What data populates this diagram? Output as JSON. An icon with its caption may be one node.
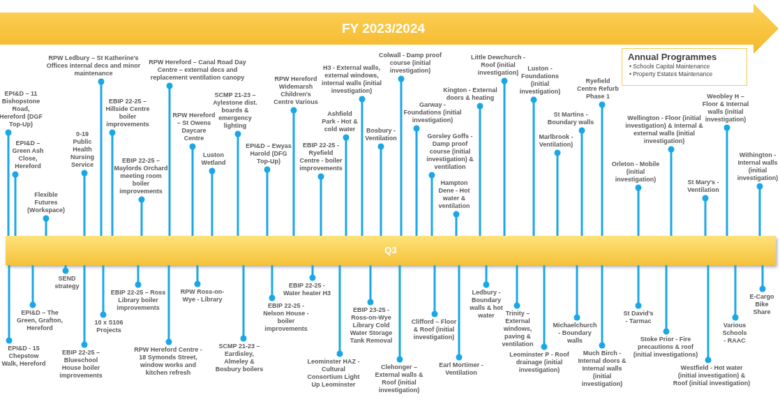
{
  "diagram": {
    "title": "FY 2023/2024",
    "nodes": [
      {
        "text": [
          "Q3"
        ]
      },
      {
        "text": [
          "Annual Programmes",
          "• Schools Capital Maintenance",
          "• Property Estates Maintenance"
        ]
      },
      {
        "text": [
          "EPI&D – 11 Bishopstone Road, Hereford (DGF Top-Up)"
        ]
      },
      {
        "text": [
          "EPI&D – Green Ash Close, Hereford"
        ]
      },
      {
        "text": [
          "Flexible Futures (Workspace)"
        ]
      },
      {
        "text": [
          "0-19 Public Health Nursing Service"
        ]
      },
      {
        "text": [
          "RPW Ledbury – St Katherine's Offices internal decs and minor maintenance"
        ]
      },
      {
        "text": [
          "EBIP 22-25 – Hillside Centre boiler improvements"
        ]
      },
      {
        "text": [
          "EBIP 22-25 – Maylords Orchard meeting room boiler improvements"
        ]
      },
      {
        "text": [
          "RPW Hereford – Canal Road Day Centre – external decs and replacement ventilation canopy"
        ]
      },
      {
        "text": [
          "RPW Hereford – St Owens Daycare Centre"
        ]
      },
      {
        "text": [
          "Luston Wetland"
        ]
      },
      {
        "text": [
          "SCMP 21-23 – Aylestone dist. boards & emergency lighting"
        ]
      },
      {
        "text": [
          "EPI&D – Ewyas Harold (DFG Top-Up)"
        ]
      },
      {
        "text": [
          "RPW Hereford Widemarsh Children's Centre Various"
        ]
      },
      {
        "text": [
          "EBIP 22-25 - Ryefield Centre - boiler improvements"
        ]
      },
      {
        "text": [
          "H3 - External walls, external windows, internal walls (initial investigation)"
        ]
      },
      {
        "text": [
          "Ashfield Park - Hot & cold water"
        ]
      },
      {
        "text": [
          "Bosbury - Ventilation"
        ]
      },
      {
        "text": [
          "Colwall - Damp proof course (initial investigation)"
        ]
      },
      {
        "text": [
          "Garway - Foundations (initial investigation)"
        ]
      },
      {
        "text": [
          "Gorsley Goffs - Damp proof course (initial investigation) & ventilation"
        ]
      },
      {
        "text": [
          "Hampton Dene - Hot water & ventilation"
        ]
      },
      {
        "text": [
          "Kington - External doors & heating"
        ]
      },
      {
        "text": [
          "Little Dewchurch - Roof (initial investigation)"
        ]
      },
      {
        "text": [
          "Luston - Foundations (initial investigation)"
        ]
      },
      {
        "text": [
          "Marlbrook - Ventilation)"
        ]
      },
      {
        "text": [
          "St Martins - Boundary walls"
        ]
      },
      {
        "text": [
          "Ryefield Centre Refurb Phase 1"
        ]
      },
      {
        "text": [
          "Orleton - Mobile (initial investigation)"
        ]
      },
      {
        "text": [
          "Wellington - Floor (initial investigation) & Internal & external walls (initial investigation)"
        ]
      },
      {
        "text": [
          "Weobley H – Floor & Internal walls (initial investigation)"
        ]
      },
      {
        "text": [
          "St Mary's - Ventilation"
        ]
      },
      {
        "text": [
          "Withington - Internal walls (initial investigation)"
        ]
      },
      {
        "text": [
          "EPI&D - 15 Chepstow Walk, Hereford"
        ]
      },
      {
        "text": [
          "EPI&D – The Green, Grafton, Hereford"
        ]
      },
      {
        "text": [
          "SEND strategy"
        ]
      },
      {
        "text": [
          "EBIP 22-25 – Blueschool House boiler improvements"
        ]
      },
      {
        "text": [
          "10 x S106 Projects"
        ]
      },
      {
        "text": [
          "EBIP 22-25 – Ross Library boiler improvements"
        ]
      },
      {
        "text": [
          "RPW Hereford Centre - 18 Symonds Street, window works and kitchen refresh"
        ]
      },
      {
        "text": [
          "RPW Ross-on-Wye - Library"
        ]
      },
      {
        "text": [
          "SCMP 21-23 – Eardisley, Almeley & Bosbury boilers"
        ]
      },
      {
        "text": [
          "EBIP 22-25 - Nelson House - boiler improvements"
        ]
      },
      {
        "text": [
          "EBIP 22-25 - Water heater H3"
        ]
      },
      {
        "text": [
          "Leominster HAZ - Cultural Consortium Light Up Leominster"
        ]
      },
      {
        "text": [
          "EBIP 23-25 - Ross-on-Wye Library Cold Water Storage Tank Removal"
        ]
      },
      {
        "text": [
          "Clehonger – External walls & Roof (initial investigation)"
        ]
      },
      {
        "text": [
          "Clifford – Floor & Roof (initial investigation)"
        ]
      },
      {
        "text": [
          "Earl Mortimer - Ventilation"
        ]
      },
      {
        "text": [
          "Ledbury - Boundary walls & hot water"
        ]
      },
      {
        "text": [
          "Trinity – External windows, paving & ventilation"
        ]
      },
      {
        "text": [
          "Leominster P - Roof drainage (initial investigation)"
        ]
      },
      {
        "text": [
          "Michaelchurch - Boundary walls"
        ]
      },
      {
        "text": [
          "Much Birch - Internal doors & Internal walls (initial investigation)"
        ]
      },
      {
        "text": [
          "St David's - Tarmac"
        ]
      },
      {
        "text": [
          "Stoke Prior - Fire precautions & roof (initial investigations)"
        ]
      },
      {
        "text": [
          "Westfield - Hot water (initial investigation) & Roof (initial investigation)"
        ]
      },
      {
        "text": [
          "Various Schools - RAAC"
        ]
      },
      {
        "text": [
          "E-Cargo Bike Share"
        ]
      }
    ],
    "edges": [
      {
        "from": 2,
        "to": 0,
        "arrow": "other"
      },
      {
        "from": 3,
        "to": 0,
        "arrow": "other"
      },
      {
        "from": 4,
        "to": 0,
        "arrow": "other"
      },
      {
        "from": 5,
        "to": 0,
        "arrow": "other"
      },
      {
        "from": 6,
        "to": 0,
        "arrow": "other"
      },
      {
        "from": 7,
        "to": 0,
        "arrow": "other"
      },
      {
        "from": 8,
        "to": 0,
        "arrow": "other"
      },
      {
        "from": 9,
        "to": 0,
        "arrow": "other"
      },
      {
        "from": 10,
        "to": 0,
        "arrow": "other"
      },
      {
        "from": 11,
        "to": 0,
        "arrow": "other"
      },
      {
        "from": 12,
        "to": 0,
        "arrow": "other"
      },
      {
        "from": 13,
        "to": 0,
        "arrow": "other"
      },
      {
        "from": 14,
        "to": 0,
        "arrow": "other"
      },
      {
        "from": 15,
        "to": 0,
        "arrow": "other"
      },
      {
        "from": 16,
        "to": 0,
        "arrow": "other"
      },
      {
        "from": 17,
        "to": 0,
        "arrow": "other"
      },
      {
        "from": 18,
        "to": 0,
        "arrow": "other"
      },
      {
        "from": 19,
        "to": 0,
        "arrow": "other"
      },
      {
        "from": 20,
        "to": 0,
        "arrow": "other"
      },
      {
        "from": 21,
        "to": 0,
        "arrow": "other"
      },
      {
        "from": 22,
        "to": 0,
        "arrow": "other"
      },
      {
        "from": 23,
        "to": 0,
        "arrow": "other"
      },
      {
        "from": 24,
        "to": 0,
        "arrow": "other"
      },
      {
        "from": 25,
        "to": 0,
        "arrow": "other"
      },
      {
        "from": 26,
        "to": 0,
        "arrow": "other"
      },
      {
        "from": 27,
        "to": 0,
        "arrow": "other"
      },
      {
        "from": 28,
        "to": 0,
        "arrow": "other"
      },
      {
        "from": 29,
        "to": 0,
        "arrow": "other"
      },
      {
        "from": 30,
        "to": 0,
        "arrow": "other"
      },
      {
        "from": 31,
        "to": 0,
        "arrow": "other"
      },
      {
        "from": 32,
        "to": 0,
        "arrow": "other"
      },
      {
        "from": 33,
        "to": 0,
        "arrow": "other"
      },
      {
        "from": 34,
        "to": 0,
        "arrow": "other"
      },
      {
        "from": 35,
        "to": 0,
        "arrow": "other"
      },
      {
        "from": 36,
        "to": 0,
        "arrow": "other"
      },
      {
        "from": 37,
        "to": 0,
        "arrow": "other"
      },
      {
        "from": 38,
        "to": 0,
        "arrow": "other"
      },
      {
        "from": 39,
        "to": 0,
        "arrow": "other"
      },
      {
        "from": 40,
        "to": 0,
        "arrow": "other"
      },
      {
        "from": 41,
        "to": 0,
        "arrow": "other"
      },
      {
        "from": 42,
        "to": 0,
        "arrow": "other"
      },
      {
        "from": 43,
        "to": 0,
        "arrow": "other"
      },
      {
        "from": 44,
        "to": 0,
        "arrow": "other"
      },
      {
        "from": 45,
        "to": 0,
        "arrow": "other"
      },
      {
        "from": 46,
        "to": 0,
        "arrow": "other"
      },
      {
        "from": 47,
        "to": 0,
        "arrow": "other"
      },
      {
        "from": 48,
        "to": 0,
        "arrow": "other"
      },
      {
        "from": 49,
        "to": 0,
        "arrow": "other"
      },
      {
        "from": 50,
        "to": 0,
        "arrow": "other"
      },
      {
        "from": 51,
        "to": 0,
        "arrow": "other"
      },
      {
        "from": 52,
        "to": 0,
        "arrow": "other"
      },
      {
        "from": 53,
        "to": 0,
        "arrow": "other"
      },
      {
        "from": 54,
        "to": 0,
        "arrow": "other"
      },
      {
        "from": 55,
        "to": 0,
        "arrow": "other"
      },
      {
        "from": 56,
        "to": 0,
        "arrow": "other"
      },
      {
        "from": 57,
        "to": 0,
        "arrow": "other"
      },
      {
        "from": 58,
        "to": 0,
        "arrow": "other"
      },
      {
        "from": 59,
        "to": 0,
        "arrow": "other"
      }
    ]
  }
}
